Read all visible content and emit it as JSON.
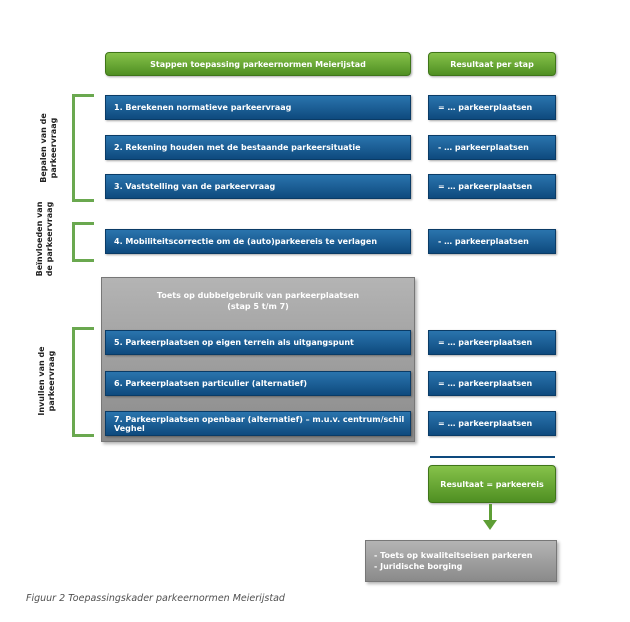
{
  "headers": {
    "steps_title": "Stappen toepassing parkeernormen Meierijstad",
    "result_title": "Resultaat per stap"
  },
  "groups": {
    "bepalen": "Bepalen van de\nparkeervraag",
    "beinvloeden": "Beïnvloeden van\nde parkeervraag",
    "invullen": "Invullen van de\nparkeervraag"
  },
  "steps": [
    {
      "label": "1. Berekenen normatieve parkeervraag",
      "result": "= … parkeerplaatsen"
    },
    {
      "label": "2. Rekening houden met de bestaande parkeersituatie",
      "result": "- … parkeerplaatsen"
    },
    {
      "label": "3. Vaststelling van de parkeervraag",
      "result": "= … parkeerplaatsen"
    },
    {
      "label": "4. Mobiliteitscorrectie om de (auto)parkeereis te verlagen",
      "result": "- … parkeerplaatsen"
    },
    {
      "label": "5. Parkeerplaatsen op eigen terrein als uitgangspunt",
      "result": "= … parkeerplaatsen"
    },
    {
      "label": "6. Parkeerplaatsen particulier (alternatief)",
      "result": "= … parkeerplaatsen"
    },
    {
      "label": "7. Parkeerplaatsen openbaar (alternatief) – m.u.v. centrum/schil Veghel",
      "result": "= … parkeerplaatsen"
    }
  ],
  "panel": {
    "title": "Toets op dubbelgebruik van parkeerplaatsen\n(stap 5 t/m 7)"
  },
  "final_result": "Resultaat = parkeereis",
  "checks": "- Toets op kwaliteitseisen parkeren\n- Juridische borging",
  "caption": "Figuur 2 Toepassingskader parkeernormen Meierijstad",
  "colors": {
    "green": "#6aa84f",
    "blue": "#0e4a7e",
    "gray": "#8a8a8a"
  }
}
